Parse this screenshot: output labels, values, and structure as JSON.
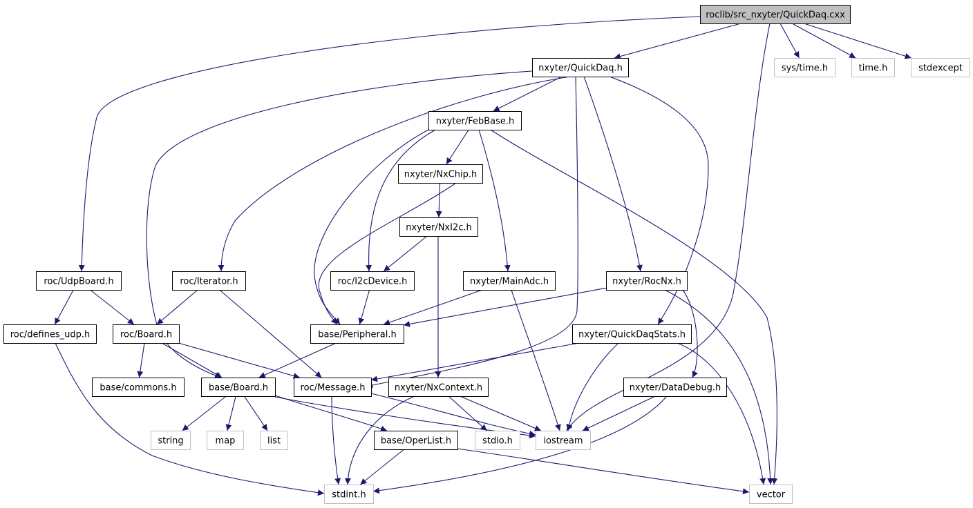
{
  "graph": {
    "colors": {
      "edge": "#191970",
      "root_fill": "#bfbfbf",
      "local_border": "#000000",
      "system_border": "#bfbfbf",
      "text": "#000000"
    },
    "nodes": [
      {
        "id": "root",
        "label": "roclib/src_nxyter/QuickDaq.cxx",
        "kind": "root"
      },
      {
        "id": "quickdaq_h",
        "label": "nxyter/QuickDaq.h",
        "kind": "local"
      },
      {
        "id": "sys_time",
        "label": "sys/time.h",
        "kind": "system"
      },
      {
        "id": "time_h",
        "label": "time.h",
        "kind": "system"
      },
      {
        "id": "stdexcept",
        "label": "stdexcept",
        "kind": "system"
      },
      {
        "id": "febbase",
        "label": "nxyter/FebBase.h",
        "kind": "local"
      },
      {
        "id": "nxchip",
        "label": "nxyter/NxChip.h",
        "kind": "local"
      },
      {
        "id": "nxi2c",
        "label": "nxyter/NxI2c.h",
        "kind": "local"
      },
      {
        "id": "udpboard",
        "label": "roc/UdpBoard.h",
        "kind": "local"
      },
      {
        "id": "iterator",
        "label": "roc/Iterator.h",
        "kind": "local"
      },
      {
        "id": "i2cdevice",
        "label": "roc/I2cDevice.h",
        "kind": "local"
      },
      {
        "id": "mainadc",
        "label": "nxyter/MainAdc.h",
        "kind": "local"
      },
      {
        "id": "rocnx",
        "label": "nxyter/RocNx.h",
        "kind": "local"
      },
      {
        "id": "defines_udp",
        "label": "roc/defines_udp.h",
        "kind": "local"
      },
      {
        "id": "roc_board",
        "label": "roc/Board.h",
        "kind": "local"
      },
      {
        "id": "peripheral",
        "label": "base/Peripheral.h",
        "kind": "local"
      },
      {
        "id": "quickdaqstats",
        "label": "nxyter/QuickDaqStats.h",
        "kind": "local"
      },
      {
        "id": "commons",
        "label": "base/commons.h",
        "kind": "local"
      },
      {
        "id": "base_board",
        "label": "base/Board.h",
        "kind": "local"
      },
      {
        "id": "message",
        "label": "roc/Message.h",
        "kind": "local"
      },
      {
        "id": "nxcontext",
        "label": "nxyter/NxContext.h",
        "kind": "local"
      },
      {
        "id": "datadebug",
        "label": "nxyter/DataDebug.h",
        "kind": "local"
      },
      {
        "id": "string",
        "label": "string",
        "kind": "system"
      },
      {
        "id": "map",
        "label": "map",
        "kind": "system"
      },
      {
        "id": "list",
        "label": "list",
        "kind": "system"
      },
      {
        "id": "operlist",
        "label": "base/OperList.h",
        "kind": "local"
      },
      {
        "id": "stdio",
        "label": "stdio.h",
        "kind": "system"
      },
      {
        "id": "iostream",
        "label": "iostream",
        "kind": "system"
      },
      {
        "id": "stdint",
        "label": "stdint.h",
        "kind": "system"
      },
      {
        "id": "vector",
        "label": "vector",
        "kind": "system"
      }
    ],
    "edges": [
      {
        "from": "root",
        "to": "quickdaq_h"
      },
      {
        "from": "root",
        "to": "sys_time"
      },
      {
        "from": "root",
        "to": "time_h"
      },
      {
        "from": "root",
        "to": "stdexcept"
      },
      {
        "from": "root",
        "to": "udpboard"
      },
      {
        "from": "root",
        "to": "iostream"
      },
      {
        "from": "quickdaq_h",
        "to": "febbase"
      },
      {
        "from": "quickdaq_h",
        "to": "iterator"
      },
      {
        "from": "quickdaq_h",
        "to": "base_board"
      },
      {
        "from": "quickdaq_h",
        "to": "message"
      },
      {
        "from": "quickdaq_h",
        "to": "rocnx"
      },
      {
        "from": "quickdaq_h",
        "to": "quickdaqstats"
      },
      {
        "from": "febbase",
        "to": "nxchip"
      },
      {
        "from": "febbase",
        "to": "i2cdevice"
      },
      {
        "from": "febbase",
        "to": "peripheral"
      },
      {
        "from": "febbase",
        "to": "mainadc"
      },
      {
        "from": "febbase",
        "to": "vector"
      },
      {
        "from": "nxchip",
        "to": "nxi2c"
      },
      {
        "from": "nxchip",
        "to": "peripheral"
      },
      {
        "from": "nxi2c",
        "to": "i2cdevice"
      },
      {
        "from": "nxi2c",
        "to": "nxcontext"
      },
      {
        "from": "i2cdevice",
        "to": "peripheral"
      },
      {
        "from": "mainadc",
        "to": "peripheral"
      },
      {
        "from": "mainadc",
        "to": "iostream"
      },
      {
        "from": "rocnx",
        "to": "peripheral"
      },
      {
        "from": "rocnx",
        "to": "datadebug"
      },
      {
        "from": "rocnx",
        "to": "vector"
      },
      {
        "from": "udpboard",
        "to": "defines_udp"
      },
      {
        "from": "udpboard",
        "to": "roc_board"
      },
      {
        "from": "iterator",
        "to": "roc_board"
      },
      {
        "from": "iterator",
        "to": "message"
      },
      {
        "from": "defines_udp",
        "to": "stdint"
      },
      {
        "from": "roc_board",
        "to": "commons"
      },
      {
        "from": "roc_board",
        "to": "base_board"
      },
      {
        "from": "roc_board",
        "to": "message"
      },
      {
        "from": "peripheral",
        "to": "base_board"
      },
      {
        "from": "quickdaqstats",
        "to": "message"
      },
      {
        "from": "quickdaqstats",
        "to": "iostream"
      },
      {
        "from": "quickdaqstats",
        "to": "vector"
      },
      {
        "from": "base_board",
        "to": "string"
      },
      {
        "from": "base_board",
        "to": "map"
      },
      {
        "from": "base_board",
        "to": "list"
      },
      {
        "from": "base_board",
        "to": "operlist"
      },
      {
        "from": "base_board",
        "to": "iostream"
      },
      {
        "from": "message",
        "to": "stdint"
      },
      {
        "from": "message",
        "to": "iostream"
      },
      {
        "from": "nxcontext",
        "to": "stdint"
      },
      {
        "from": "nxcontext",
        "to": "stdio"
      },
      {
        "from": "nxcontext",
        "to": "iostream"
      },
      {
        "from": "datadebug",
        "to": "iostream"
      },
      {
        "from": "datadebug",
        "to": "stdint"
      },
      {
        "from": "operlist",
        "to": "stdint"
      },
      {
        "from": "operlist",
        "to": "vector"
      }
    ]
  }
}
